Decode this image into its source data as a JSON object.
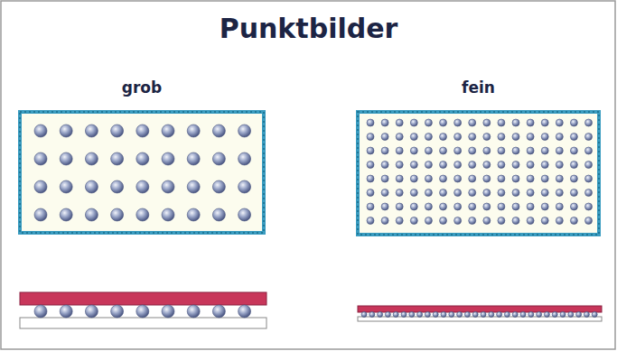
{
  "diagram": {
    "title": "Punktbilder",
    "nodes": [
      {
        "text": [
          "grob"
        ]
      },
      {
        "text": [
          "fein"
        ]
      }
    ]
  }
}
